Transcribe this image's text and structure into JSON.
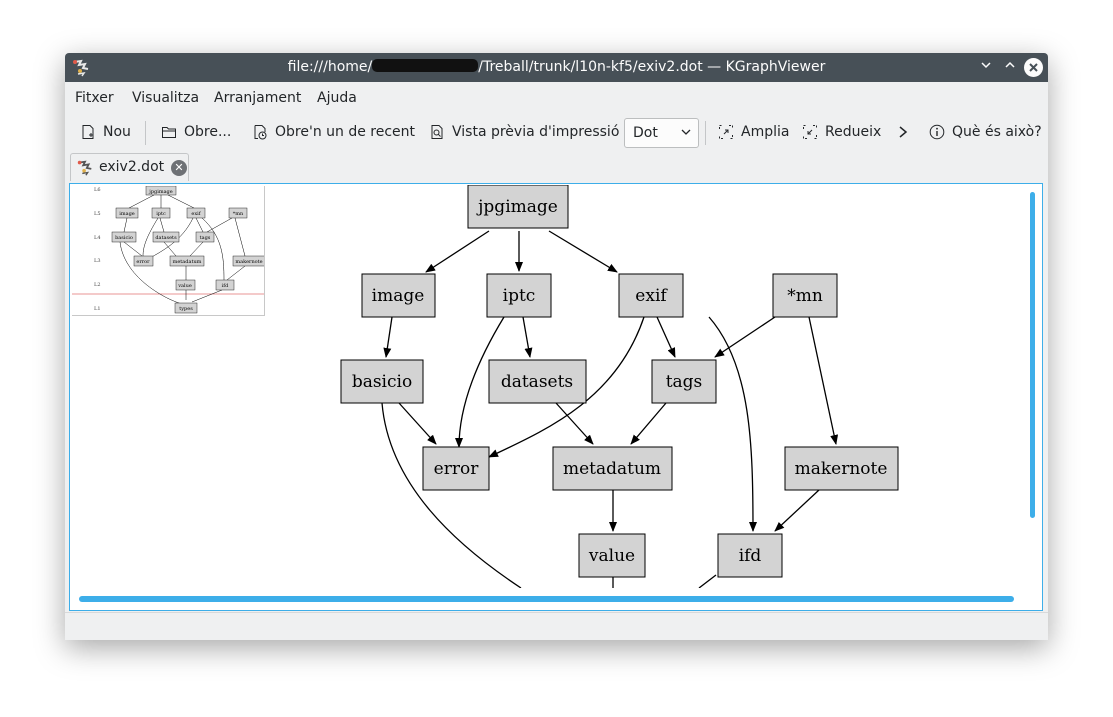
{
  "window": {
    "title_prefix": "file:///home/",
    "title_suffix": "/Treball/trunk/l10n-kf5/exiv2.dot — KGraphViewer",
    "colors": {
      "titlebar": "#475057",
      "accent": "#3daee9",
      "node_fill": "#d3d3d3"
    }
  },
  "menu": [
    "Fitxer",
    "Visualitza",
    "Arranjament",
    "Ajuda"
  ],
  "toolbar": {
    "new": "Nou",
    "open": "Obre...",
    "open_recent": "Obre'n un de recent",
    "print_preview": "Vista prèvia d'impressió",
    "layout_value": "Dot",
    "zoom_in": "Amplia",
    "zoom_out": "Redueix",
    "whats_this": "Què és això?"
  },
  "tab": {
    "label": "exiv2.dot"
  },
  "graph": {
    "nodes": [
      "jpgimage",
      "image",
      "iptc",
      "exif",
      "*mn",
      "basicio",
      "datasets",
      "tags",
      "error",
      "metadatum",
      "makernote",
      "value",
      "ifd",
      "types"
    ],
    "edges": [
      [
        "jpgimage",
        "image"
      ],
      [
        "jpgimage",
        "iptc"
      ],
      [
        "jpgimage",
        "exif"
      ],
      [
        "image",
        "basicio"
      ],
      [
        "iptc",
        "datasets"
      ],
      [
        "iptc",
        "error"
      ],
      [
        "exif",
        "tags"
      ],
      [
        "exif",
        "error"
      ],
      [
        "exif",
        "ifd"
      ],
      [
        "*mn",
        "tags"
      ],
      [
        "*mn",
        "makernote"
      ],
      [
        "basicio",
        "error"
      ],
      [
        "basicio",
        "types"
      ],
      [
        "datasets",
        "metadatum"
      ],
      [
        "tags",
        "metadatum"
      ],
      [
        "metadatum",
        "value"
      ],
      [
        "makernote",
        "ifd"
      ],
      [
        "value",
        "types"
      ],
      [
        "ifd",
        "types"
      ]
    ],
    "ranks": [
      "L6",
      "L5",
      "L4",
      "L3",
      "L2",
      "L1"
    ]
  }
}
